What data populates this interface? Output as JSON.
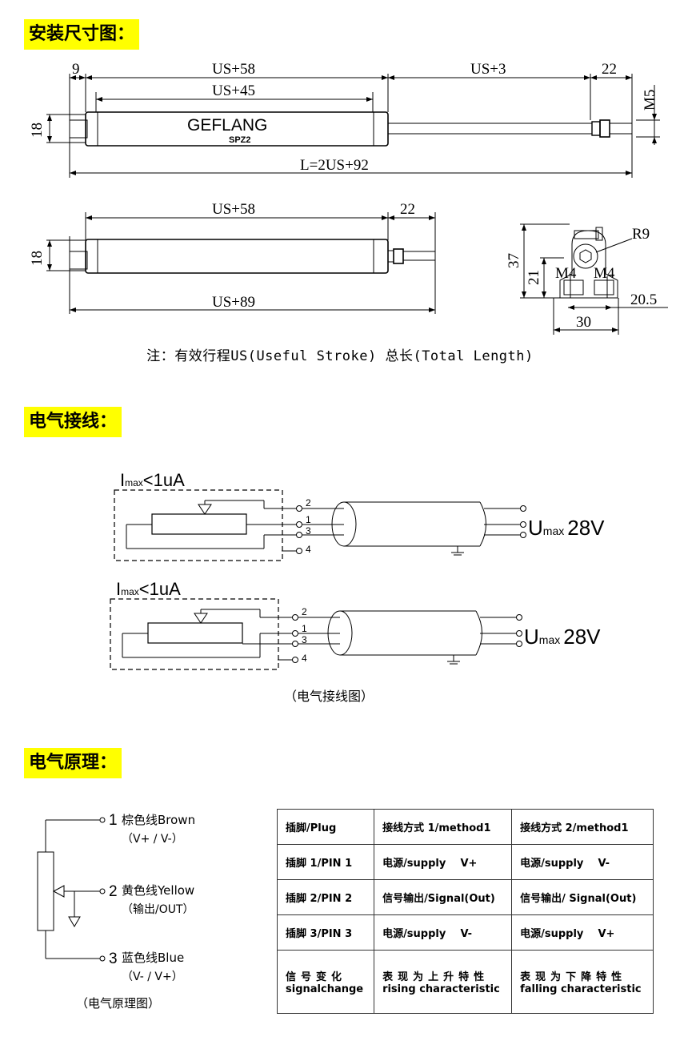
{
  "sections": {
    "install": "安装尺寸图：",
    "wiring": "电气接线：",
    "principle": "电气原理："
  },
  "drawing1": {
    "brand": "GEFLANG",
    "model": "SPZ2",
    "dim_9": "9",
    "dim_us58": "US+58",
    "dim_us45": "US+45",
    "dim_us3": "US+3",
    "dim_22": "22",
    "dim_m5": "M5",
    "dim_18": "18",
    "dim_total": "L=2US+92"
  },
  "drawing2": {
    "dim_us58": "US+58",
    "dim_22": "22",
    "dim_18": "18",
    "dim_us89": "US+89"
  },
  "drawing3": {
    "dim_r9": "R9",
    "dim_37": "37",
    "dim_21": "21",
    "dim_m4a": "M4",
    "dim_m4b": "M4",
    "dim_205": "20.5",
    "dim_30": "30"
  },
  "note": "注：有效行程US(Useful Stroke) 总长(Total Length)",
  "wiring": {
    "imax_main": "I",
    "imax_sub": "max",
    "imax_val": "<1uA",
    "umax_main": "U",
    "umax_sub": "max",
    "umax_val": "28V",
    "pin2": "2",
    "pin1": "1",
    "pin3": "3",
    "pin4": "4",
    "caption": "（电气接线图）"
  },
  "principle": {
    "p1_num": "1",
    "p1_label": "棕色线Brown",
    "p1_sub": "（V+ / V-）",
    "p2_num": "2",
    "p2_label": "黄色线Yellow",
    "p2_sub": "（输出/OUT）",
    "p3_num": "3",
    "p3_label": "蓝色线Blue",
    "p3_sub": "（V- / V+）",
    "caption": "（电气原理图）"
  },
  "table": {
    "rows": [
      [
        "插脚/Plug",
        "接线方式 1/method1",
        "接线方式 2/method1"
      ],
      [
        "插脚 1/PIN 1",
        "电源/supply    V+",
        "电源/supply    V-"
      ],
      [
        "插脚 2/PIN 2",
        "信号输出/Signal(Out)",
        "信号输出/ Signal(Out)"
      ],
      [
        "插脚 3/PIN 3",
        "电源/supply    V-",
        "电源/supply    V+"
      ]
    ],
    "last_row": {
      "c0_a": "信号变化",
      "c0_b": "signalchange",
      "c1_a": "表现为上升特性",
      "c1_b": "rising characteristic",
      "c2_a": "表现为下降特性",
      "c2_b": "falling characteristic"
    }
  }
}
